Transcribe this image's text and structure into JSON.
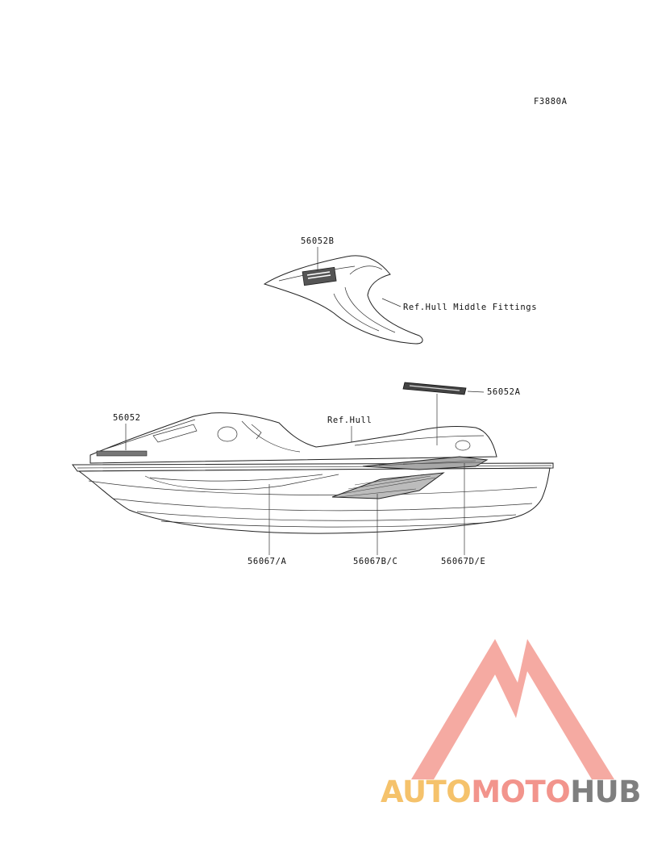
{
  "figure_code": "F3880A",
  "labels": {
    "part_56052B": "56052B",
    "ref_middle_fittings": "Ref.Hull Middle Fittings",
    "part_56052A": "56052A",
    "part_56052": "56052",
    "ref_hull": "Ref.Hull",
    "part_56067A": "56067/A",
    "part_56067BC": "56067B/C",
    "part_56067DE": "56067D/E"
  },
  "watermark": {
    "word_auto": "AUTO",
    "word_moto": "MOTO",
    "word_hub": "HUB",
    "colors": {
      "auto": "#f5c26b",
      "moto": "#f2948c",
      "hub": "#7f7f7f",
      "logo": "#f39b92"
    }
  }
}
